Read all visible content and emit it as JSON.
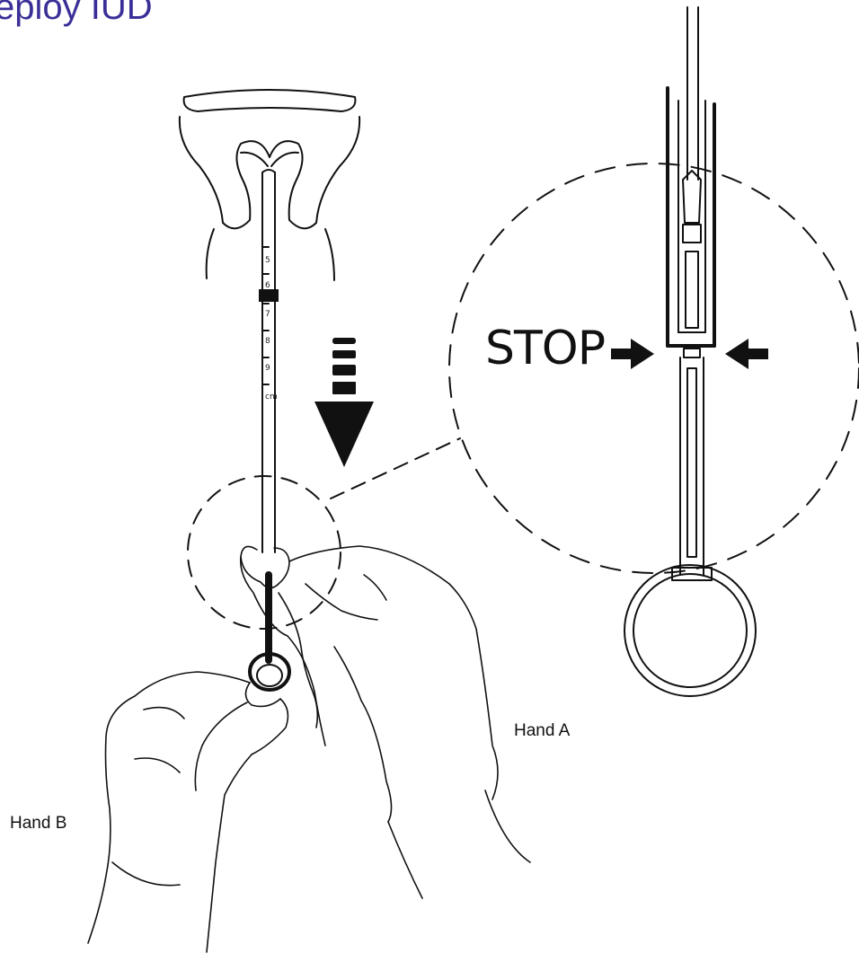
{
  "title": "eploy IUD",
  "stop_label": "STOP",
  "hand_a_label": "Hand A",
  "hand_b_label": "Hand B",
  "scale_marks": [
    "5",
    "6",
    "7",
    "8",
    "9",
    "cm"
  ],
  "colors": {
    "title": "#3a2f97",
    "line": "#111111"
  }
}
